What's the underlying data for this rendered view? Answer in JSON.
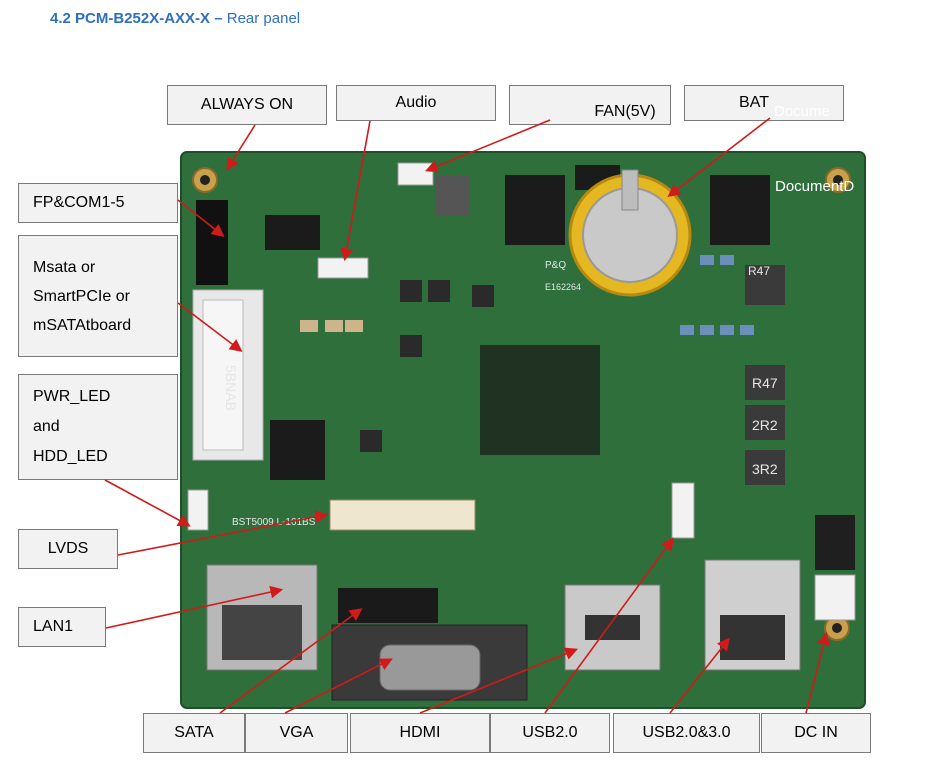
{
  "heading": {
    "number": "4.2 PCM-B252X-AXX-X –",
    "title": "Rear panel"
  },
  "labels": {
    "always_on": "ALWAYS ON",
    "audio": "Audio",
    "fan": "FAN(5V)",
    "bat": "BAT",
    "fp_com": "FP&COM1-5",
    "msata": [
      "Msata or",
      "SmartPCIe or",
      "mSATAtboard"
    ],
    "pwr_led": [
      "PWR_LED",
      "and",
      "HDD_LED"
    ],
    "lvds": "LVDS",
    "lan1": "LAN1",
    "sata": "SATA",
    "vga": "VGA",
    "hdmi": "HDMI",
    "usb20": "USB2.0",
    "usb2030": "USB2.0&3.0",
    "dc_in": "DC IN"
  },
  "watermarks": [
    "Docume",
    "DocumentD"
  ],
  "board": {
    "pcb_color": "#2e6f3c",
    "arrow_color": "#d11a1a",
    "battery_color": "#e5b721",
    "silk_text": [
      "5BNAB",
      "R47",
      "R47",
      "2R2",
      "3R2",
      "P&Q",
      "E162264",
      "BST5009 L-161BS"
    ]
  },
  "colors": {
    "heading": "#2f6fbf",
    "label_bg": "#f2f2f2",
    "label_border": "#7a7a7a"
  }
}
